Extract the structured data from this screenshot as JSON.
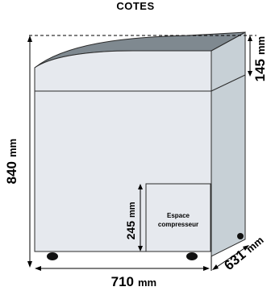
{
  "title": "COTES",
  "dimensions": {
    "height_total": {
      "value": "840",
      "unit": "mm"
    },
    "lid_height": {
      "value": "145",
      "unit": "mm"
    },
    "compressor_height": {
      "value": "245",
      "unit": "mm"
    },
    "width": {
      "value": "710",
      "unit": "mm"
    },
    "depth": {
      "value": "631",
      "unit": "mm"
    }
  },
  "compressor_label": {
    "line1": "Espace",
    "line2": "compresseur"
  },
  "colors": {
    "front": "#e6e9ee",
    "side": "#c7d0d6",
    "lid_top": "#7f8990",
    "outline": "#2b2b2b",
    "dimension": "#000000"
  }
}
